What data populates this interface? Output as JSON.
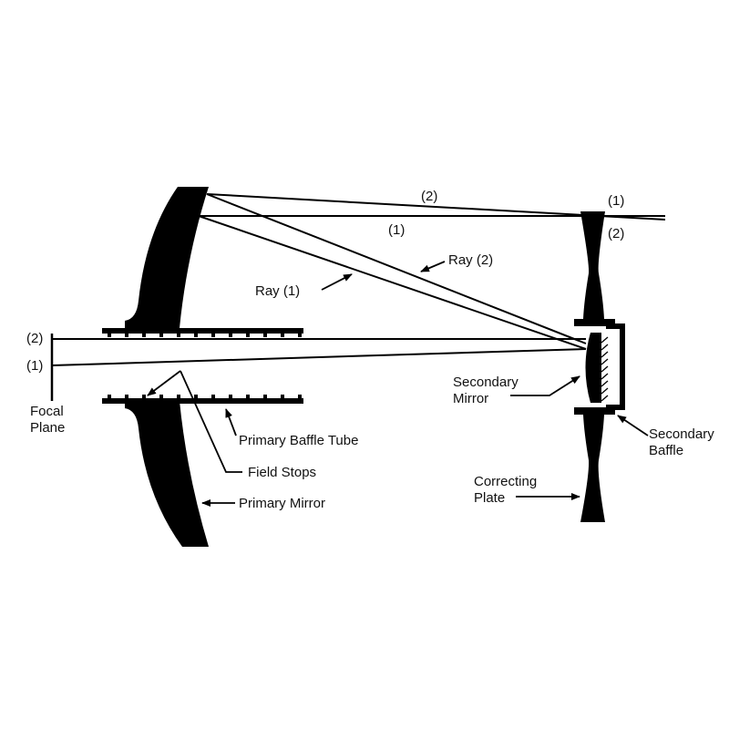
{
  "labels": {
    "ray2_top": "(2)",
    "ray1_top": "(1)",
    "plate_ray1": "(1)",
    "plate_ray2": "(2)",
    "ray2": "Ray (2)",
    "ray1": "Ray (1)",
    "focal_ray2": "(2)",
    "focal_ray1": "(1)",
    "focal_plane": [
      "Focal",
      "Plane"
    ],
    "secondary_mirror": [
      "Secondary",
      "Mirror"
    ],
    "secondary_baffle": [
      "Secondary",
      "Baffle"
    ],
    "correcting_plate": [
      "Correcting",
      "Plate"
    ],
    "primary_baffle_tube": "Primary Baffle Tube",
    "field_stops": "Field Stops",
    "primary_mirror": "Primary Mirror"
  },
  "colors": {
    "ink": "#000000",
    "background": "#ffffff"
  }
}
